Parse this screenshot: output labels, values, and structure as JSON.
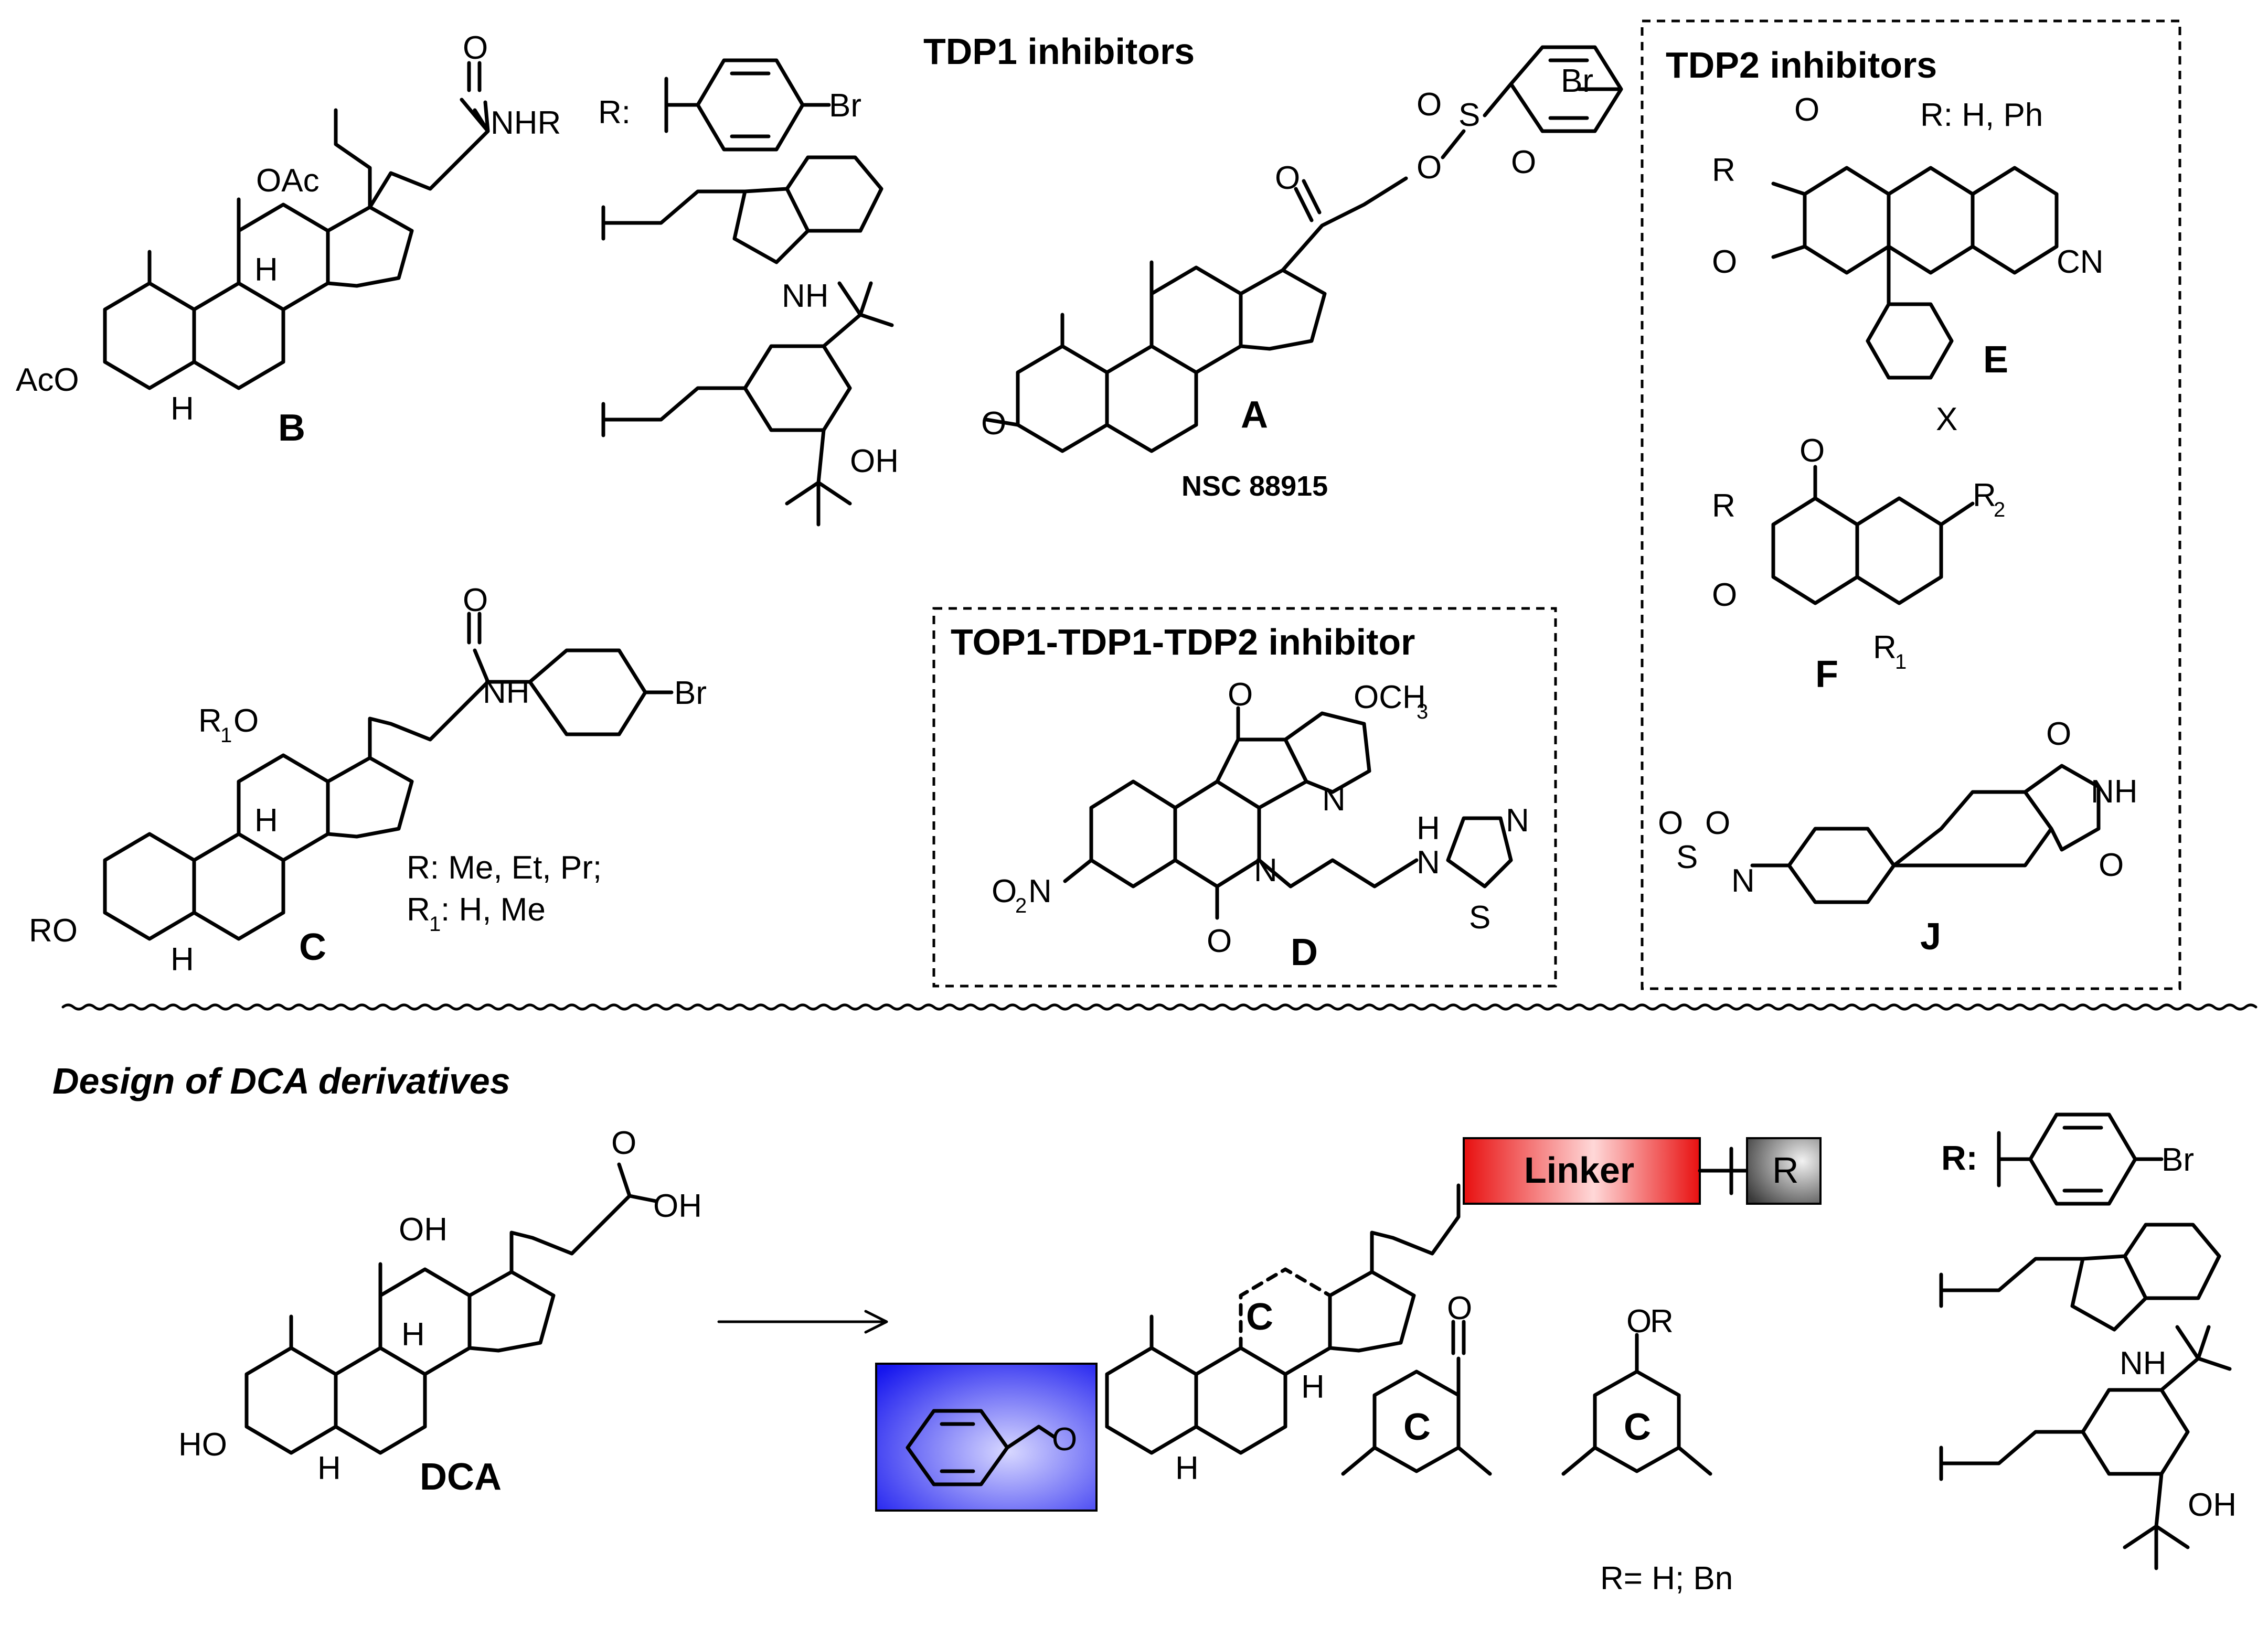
{
  "headings": {
    "tdp1": "TDP1 inhibitors",
    "tdp2": "TDP2 inhibitors",
    "triple": "TOP1-TDP1-TDP2 inhibitor",
    "design": "Design of DCA derivatives",
    "nsc": "NSC 88915"
  },
  "compound_labels": {
    "A": "A",
    "B": "B",
    "C": "C",
    "D": "D",
    "E": "E",
    "F": "F",
    "J": "J",
    "DCA": "DCA"
  },
  "atom_labels": {
    "o_top": "O",
    "nhr": "NHR",
    "oac12": "OAc",
    "aco3": "AcO",
    "h": "H",
    "r_colon": "R:",
    "br": "Br",
    "nh": "NH",
    "oh": "OH",
    "o": "O",
    "s": "S",
    "n": "N",
    "cn": "CN",
    "x": "X",
    "r": "R",
    "r1": "R",
    "r2": "R",
    "sub1": "1",
    "sub2": "2",
    "och3": "OCH",
    "sub3": "3",
    "o2n_o": "O",
    "o2n_n": "N",
    "r1o": "R",
    "r1o_sub": "1",
    "r1o_o": "O",
    "ro": "RO",
    "ho": "HO",
    "c_ring": "C"
  },
  "notes": {
    "tdp2_r": "R: H, Ph",
    "c_r": "R: Me, Et, Pr;",
    "c_r1": "R",
    "c_r1_sub": "1",
    "c_r1_rest": ": H, Me",
    "bn": "R= H; Bn"
  },
  "design": {
    "linker": "Linker",
    "r_box": "R",
    "r_list": "R:"
  },
  "colors": {
    "red": "#e60000",
    "blue": "#1a1aff",
    "green": "#1e6b1e",
    "black": "#000000",
    "linker_red": "#ee1111",
    "r_gray": "#555555",
    "benzyl_blue": "#1e1eff"
  }
}
